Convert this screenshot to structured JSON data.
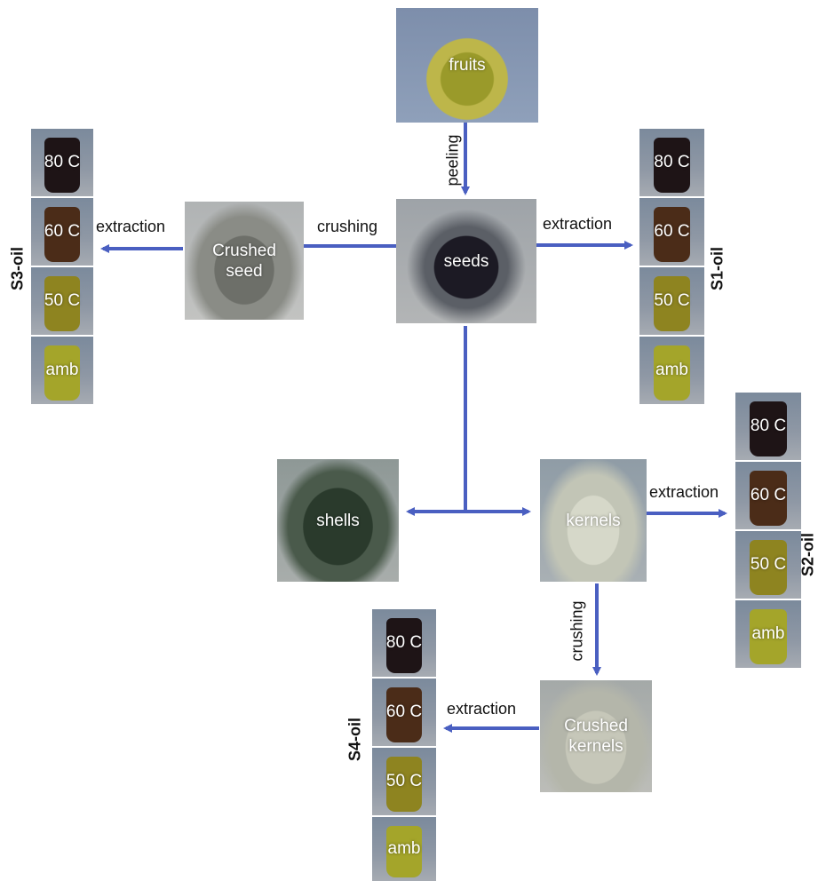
{
  "nodes": {
    "fruits": "fruits",
    "seeds": "seeds",
    "crushed_seed": "Crushed\nseed",
    "shells": "shells",
    "kernels": "kernels",
    "crushed_kernels": "Crushed\nkernels"
  },
  "edges": {
    "peeling": "peeling",
    "crushing_seeds": "crushing",
    "extraction_s1": "extraction",
    "extraction_s3": "extraction",
    "extraction_s2": "extraction",
    "crushing_kernels": "crushing",
    "extraction_s4": "extraction"
  },
  "oil_groups": {
    "s1": {
      "label": "S1-oil",
      "jars": [
        "80 C",
        "60 C",
        "50 C",
        "amb"
      ]
    },
    "s2": {
      "label": "S2-oil",
      "jars": [
        "80 C",
        "60 C",
        "50 C",
        "amb"
      ]
    },
    "s3": {
      "label": "S3-oil",
      "jars": [
        "80 C",
        "60 C",
        "50 C",
        "amb"
      ]
    },
    "s4": {
      "label": "S4-oil",
      "jars": [
        "80 C",
        "60 C",
        "50 C",
        "amb"
      ]
    }
  },
  "colors": {
    "arrow": "#4a5fc1",
    "oil_80": "#1e1416",
    "oil_60": "#4b2c18",
    "oil_50": "#8e8420",
    "oil_amb": "#a4a52a"
  }
}
